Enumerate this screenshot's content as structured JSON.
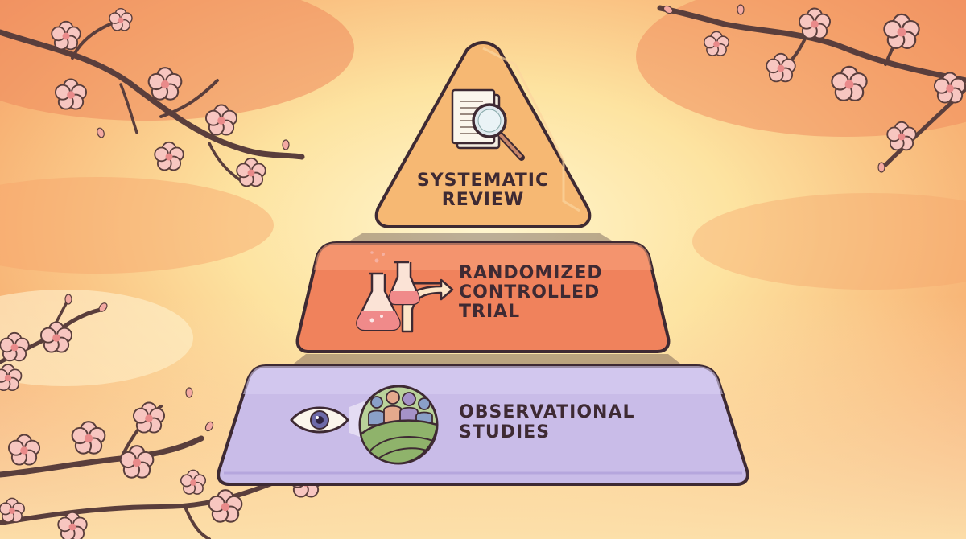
{
  "colors": {
    "sky_top": "#f08a5d",
    "sky_glow": "#fff1c4",
    "tier_top": "#f6b873",
    "tier_middle": "#f0825c",
    "tier_bottom": "#c9bce8",
    "outline": "#3e2a33",
    "blossom": "#f7c6c0",
    "branch": "#5a3e3c"
  },
  "pyramid": {
    "tiers": [
      {
        "lines": [
          "SYSTEMATIC",
          "REVIEW"
        ],
        "icon": "document-magnifier-icon"
      },
      {
        "lines": [
          "RANDOMIZED",
          "CONTROLLED",
          "TRIAL"
        ],
        "icon": "flask-branch-icon"
      },
      {
        "lines": [
          "OBSERVATIONAL",
          "STUDIES"
        ],
        "icon": "eye-people-icon"
      }
    ]
  },
  "decor": [
    "cherry-blossom-branch",
    "cherry-blossom-branch",
    "cherry-blossom-branch",
    "cherry-blossom-branch"
  ]
}
